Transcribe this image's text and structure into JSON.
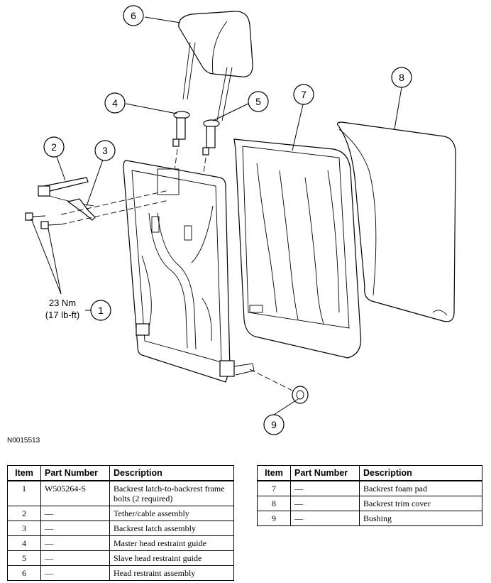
{
  "figure_id": "N0015513",
  "torque": {
    "nm": "23 Nm",
    "lbft": "(17 lb-ft)"
  },
  "callouts": [
    "1",
    "2",
    "3",
    "4",
    "5",
    "6",
    "7",
    "8",
    "9"
  ],
  "table_headers": {
    "item": "Item",
    "part_number": "Part Number",
    "description": "Description"
  },
  "parts_left": [
    {
      "item": "1",
      "part_number": "W505264-S",
      "description": "Backrest latch-to-backrest frame bolts (2 required)"
    },
    {
      "item": "2",
      "part_number": "—",
      "description": "Tether/cable assembly"
    },
    {
      "item": "3",
      "part_number": "—",
      "description": "Backrest latch assembly"
    },
    {
      "item": "4",
      "part_number": "—",
      "description": "Master head restraint guide"
    },
    {
      "item": "5",
      "part_number": "—",
      "description": "Slave head restraint guide"
    },
    {
      "item": "6",
      "part_number": "—",
      "description": "Head restraint assembly"
    }
  ],
  "parts_right": [
    {
      "item": "7",
      "part_number": "—",
      "description": "Backrest foam pad"
    },
    {
      "item": "8",
      "part_number": "—",
      "description": "Backrest trim cover"
    },
    {
      "item": "9",
      "part_number": "—",
      "description": "Bushing"
    }
  ]
}
